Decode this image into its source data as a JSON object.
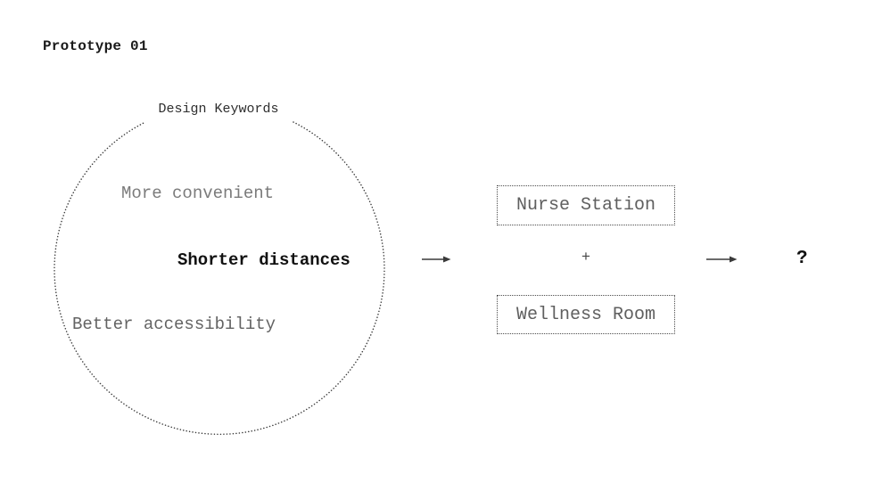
{
  "page": {
    "title": "Prototype 01"
  },
  "keyword_circle": {
    "label": "Design Keywords",
    "keywords": [
      {
        "text": "More convenient",
        "emphasis": "normal"
      },
      {
        "text": "Shorter distances",
        "emphasis": "bold"
      },
      {
        "text": "Better accessibility",
        "emphasis": "normal"
      }
    ]
  },
  "flow": {
    "nodes": [
      {
        "label": "Nurse Station"
      },
      {
        "label": "Wellness Room"
      }
    ],
    "operator": "+",
    "result": "?"
  },
  "icons": {
    "arrow_left_to_nodes": "right-arrow",
    "arrow_nodes_to_result": "right-arrow"
  },
  "colors": {
    "background": "#ffffff",
    "text_primary": "#111111",
    "text_muted": "#7b7b7b",
    "outline": "#4d4d4d"
  }
}
